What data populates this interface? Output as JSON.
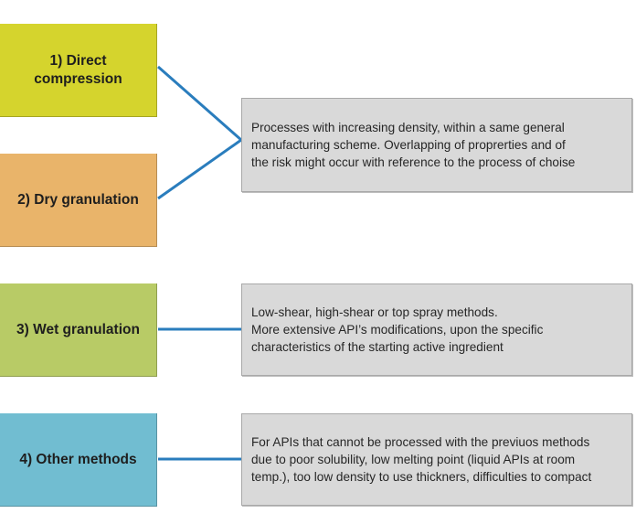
{
  "methods": [
    {
      "label": "1) Direct compression",
      "color": "#d5d42d"
    },
    {
      "label": "2) Dry granulation",
      "color": "#e9b46a"
    },
    {
      "label": "3) Wet granulation",
      "color": "#b8cb66"
    },
    {
      "label": "4) Other methods",
      "color": "#71bdd1"
    }
  ],
  "descriptions": [
    {
      "lines": [
        "Processes with increasing density, within a same general",
        "manufacturing scheme. Overlapping of proprerties and of",
        "the risk might occur with reference to the process of choise"
      ]
    },
    {
      "lines": [
        "Low-shear, high-shear or top spray methods.",
        "More extensive API’s modifications, upon the specific",
        "characteristics of the starting active ingredient"
      ]
    },
    {
      "lines": [
        "For APIs that cannot be processed with the previuos methods",
        "due to poor solubility, low melting point (liquid APIs at room",
        "temp.), too low density to use thickners, difficulties to compact"
      ]
    }
  ],
  "connector_color": "#2a7dbd"
}
